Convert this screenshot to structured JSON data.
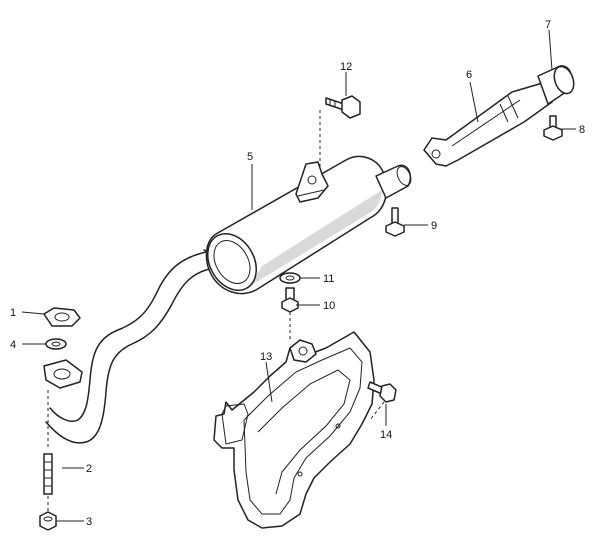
{
  "diagram": {
    "callouts": [
      {
        "id": "1",
        "label": "1"
      },
      {
        "id": "2",
        "label": "2"
      },
      {
        "id": "3",
        "label": "3"
      },
      {
        "id": "4",
        "label": "4"
      },
      {
        "id": "5",
        "label": "5"
      },
      {
        "id": "6",
        "label": "6"
      },
      {
        "id": "7",
        "label": "7"
      },
      {
        "id": "8",
        "label": "8"
      },
      {
        "id": "9",
        "label": "9"
      },
      {
        "id": "10",
        "label": "10"
      },
      {
        "id": "11",
        "label": "11"
      },
      {
        "id": "12",
        "label": "12"
      },
      {
        "id": "13",
        "label": "13"
      },
      {
        "id": "14",
        "label": "14"
      }
    ],
    "parts": [
      {
        "name": "exhaust-gasket",
        "callout": "1"
      },
      {
        "name": "stud-bolt",
        "callout": "2"
      },
      {
        "name": "nut",
        "callout": "3"
      },
      {
        "name": "washer",
        "callout": "4"
      },
      {
        "name": "muffler",
        "callout": "5"
      },
      {
        "name": "tail-pipe",
        "callout": "6"
      },
      {
        "name": "pipe-end-cap",
        "callout": "7"
      },
      {
        "name": "bolt",
        "callout": "8"
      },
      {
        "name": "bolt",
        "callout": "9"
      },
      {
        "name": "bolt",
        "callout": "10"
      },
      {
        "name": "washer",
        "callout": "11"
      },
      {
        "name": "bolt",
        "callout": "12"
      },
      {
        "name": "heat-shield",
        "callout": "13"
      },
      {
        "name": "bolt",
        "callout": "14"
      }
    ]
  }
}
